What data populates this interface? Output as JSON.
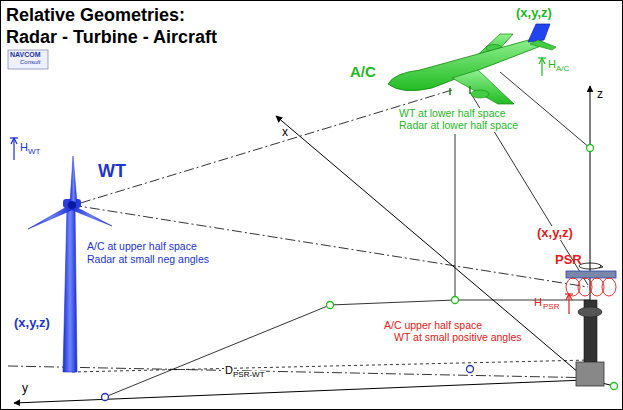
{
  "diagram": {
    "title": "Relative Geometries: Radar - Turbine - Aircraft",
    "labels": [
      "NAVCOM",
      "Consult",
      "(x,y,z)",
      "A/C",
      "H",
      "A/C",
      "WT at lower half space",
      "Radar at lower half space",
      "z",
      "x",
      "(x,y,z)",
      "PSR",
      "H",
      "PSR",
      "WT",
      "H",
      "WT",
      "A/C at upper half space",
      "Radar at small neg angles",
      "(x,y,z)",
      "A/C upper half space",
      "WT at small positive angles",
      "D",
      "PSR-WT",
      "y"
    ]
  }
}
